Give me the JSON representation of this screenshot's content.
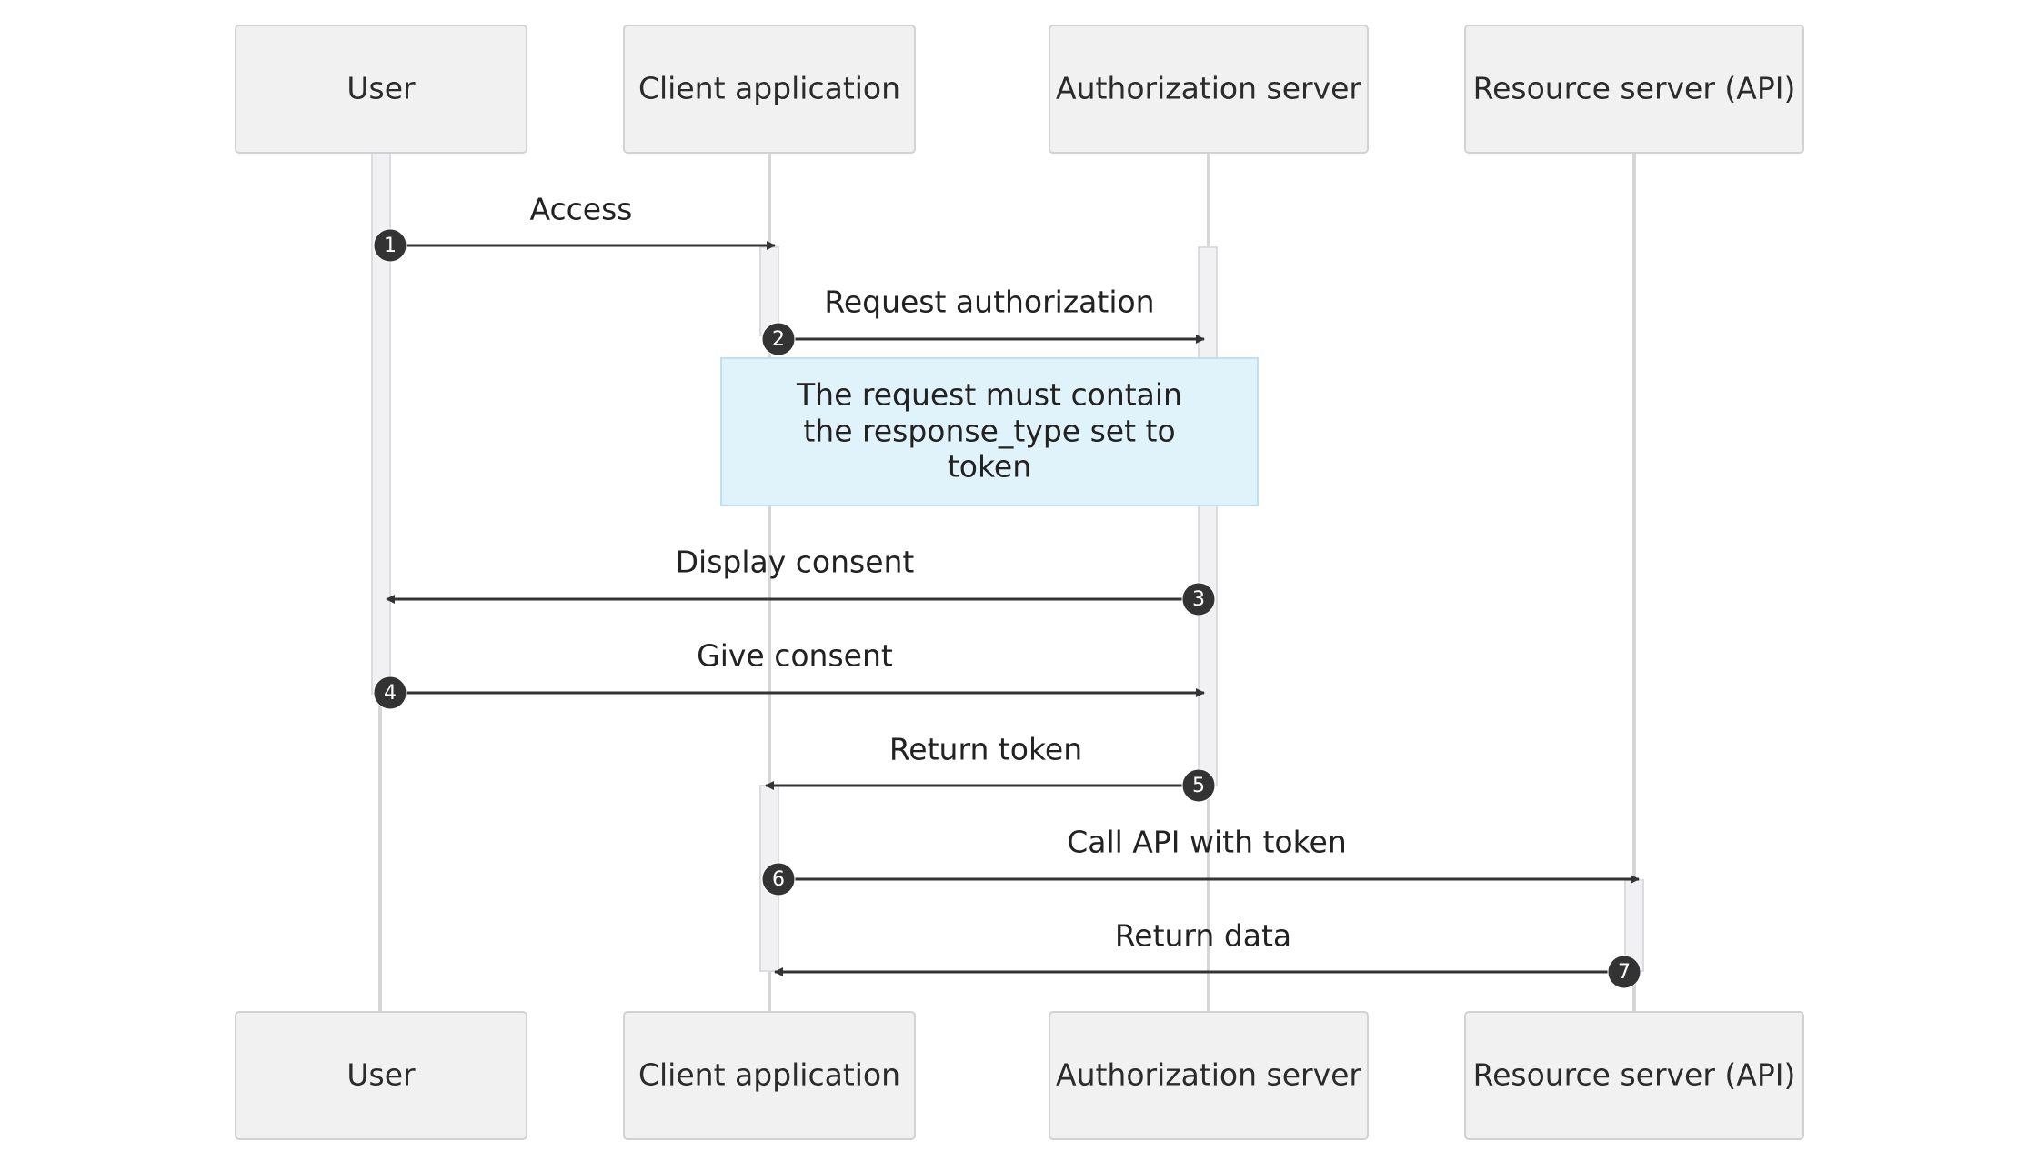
{
  "participants": [
    {
      "id": "user",
      "label": "User"
    },
    {
      "id": "client",
      "label": "Client application"
    },
    {
      "id": "auth",
      "label": "Authorization server"
    },
    {
      "id": "resource",
      "label": "Resource server (API)"
    }
  ],
  "messages": [
    {
      "number": "1",
      "from": "user",
      "to": "client",
      "label": "Access"
    },
    {
      "number": "2",
      "from": "client",
      "to": "auth",
      "label": "Request authorization"
    },
    {
      "number": "3",
      "from": "auth",
      "to": "user",
      "label": "Display consent"
    },
    {
      "number": "4",
      "from": "user",
      "to": "auth",
      "label": "Give consent"
    },
    {
      "number": "5",
      "from": "auth",
      "to": "client",
      "label": "Return token"
    },
    {
      "number": "6",
      "from": "client",
      "to": "resource",
      "label": "Call API with token"
    },
    {
      "number": "7",
      "from": "resource",
      "to": "client",
      "label": "Return data"
    }
  ],
  "note": {
    "over": [
      "client",
      "auth"
    ],
    "after_message": "2",
    "lines": [
      "The request must contain",
      "the response_type set to",
      "token"
    ]
  }
}
